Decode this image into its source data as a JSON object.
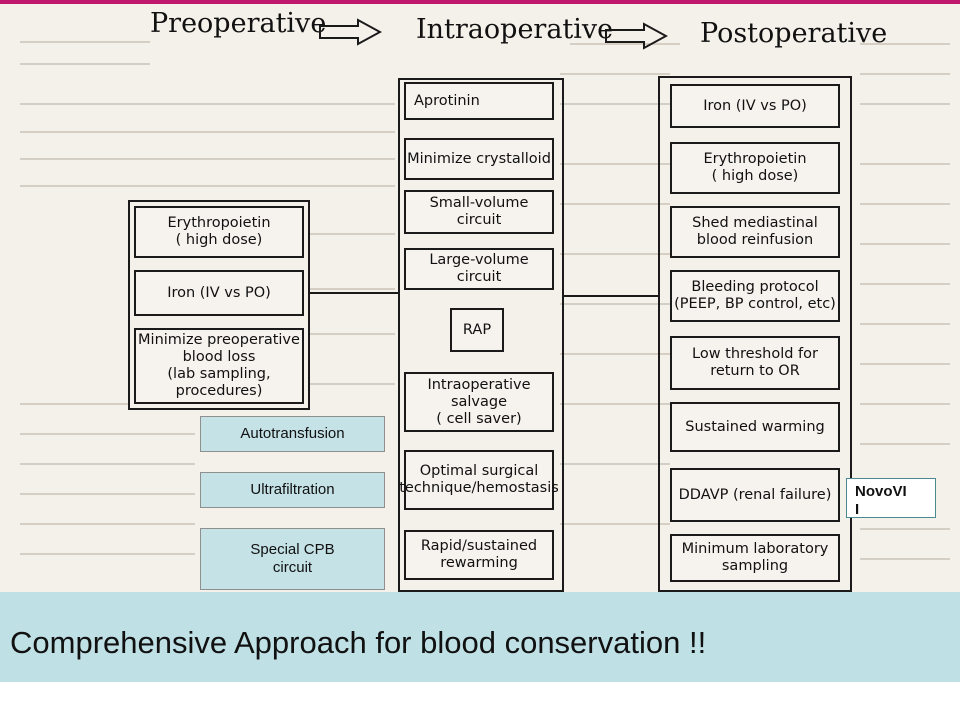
{
  "phases": {
    "preoperative": "Preoperative",
    "intraoperative": "Intraoperative",
    "postoperative": "Postoperative"
  },
  "preoperative_items": [
    "Erythropoietin\n( high dose)",
    "Iron (IV vs PO)",
    "Minimize preoperative\nblood loss\n(lab sampling, procedures)"
  ],
  "intraoperative_items": [
    "Aprotinin",
    "Minimize crystalloid",
    "Small-volume circuit",
    "Large-volume circuit",
    "RAP",
    "Intraoperative salvage\n( cell saver)",
    "Optimal surgical\ntechnique/hemostasis",
    "Rapid/sustained\nrewarming"
  ],
  "postoperative_items": [
    "Iron (IV vs PO)",
    "Erythropoietin\n( high dose)",
    "Shed mediastinal\nblood reinfusion",
    "Bleeding protocol\n(PEEP, BP control, etc)",
    "Low threshold for\nreturn to OR",
    "Sustained warming",
    "DDAVP (renal failure)",
    "Minimum laboratory\nsampling"
  ],
  "added_labels": [
    "Autotransfusion",
    "Ultrafiltration",
    "Special CPB\ncircuit"
  ],
  "side_note": "NovoVI\nI",
  "footer_title": "Comprehensive Approach for blood conservation !!",
  "colors": {
    "accent_bar": "#c0186c",
    "footer_bg": "#bfe0e5",
    "label_bg": "#c5e2e7"
  }
}
